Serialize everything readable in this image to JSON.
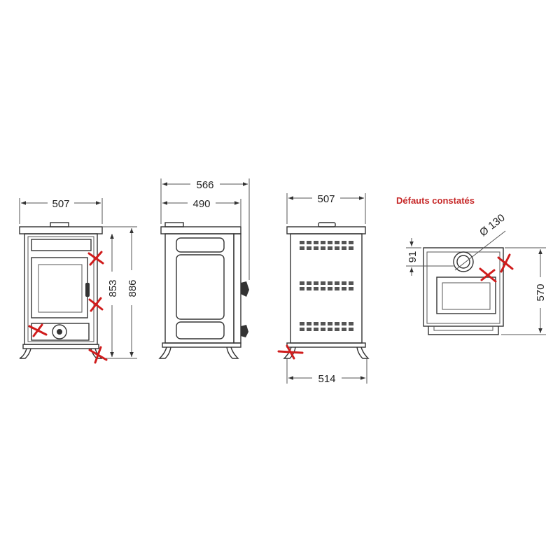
{
  "colors": {
    "line": "#333333",
    "defect": "#d01c1c",
    "note": "#c62828"
  },
  "note": {
    "text": "Défauts constatés"
  },
  "front_view": {
    "width_label": "507",
    "height_inner_label": "853",
    "height_total_label": "886"
  },
  "side_view": {
    "depth_total_label": "566",
    "depth_body_label": "490"
  },
  "back_view": {
    "width_top_label": "507",
    "width_base_label": "514"
  },
  "top_view": {
    "flue_label": "Ø 130",
    "offset_label": "91",
    "depth_label": "570"
  }
}
